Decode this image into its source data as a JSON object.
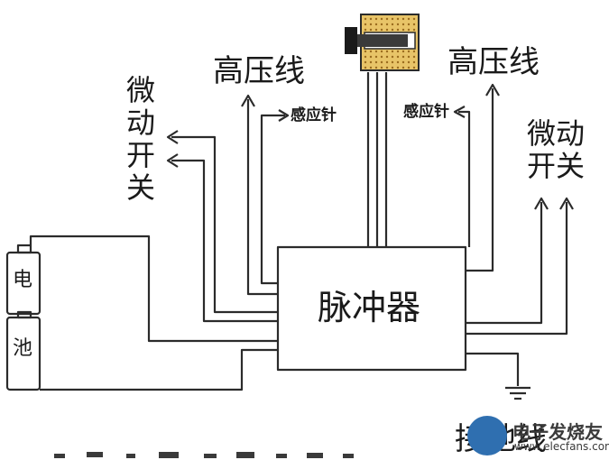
{
  "labels": {
    "hv_left": "高压线",
    "hv_right": "高压线",
    "micro_left": "微动开关",
    "micro_right": "微动开关",
    "probe_left": "感应针",
    "probe_right": "感应针",
    "pulse": "脉冲器",
    "battery_top": "电",
    "battery_bottom": "池",
    "ground": "接地线"
  },
  "watermark": {
    "name": "电子发烧友",
    "site": "www.elecfans.com"
  },
  "colors": {
    "line": "#2b2b2b",
    "text": "#1a1a1a",
    "coil": "#e8c468",
    "watermark": "#2f6fb0"
  }
}
